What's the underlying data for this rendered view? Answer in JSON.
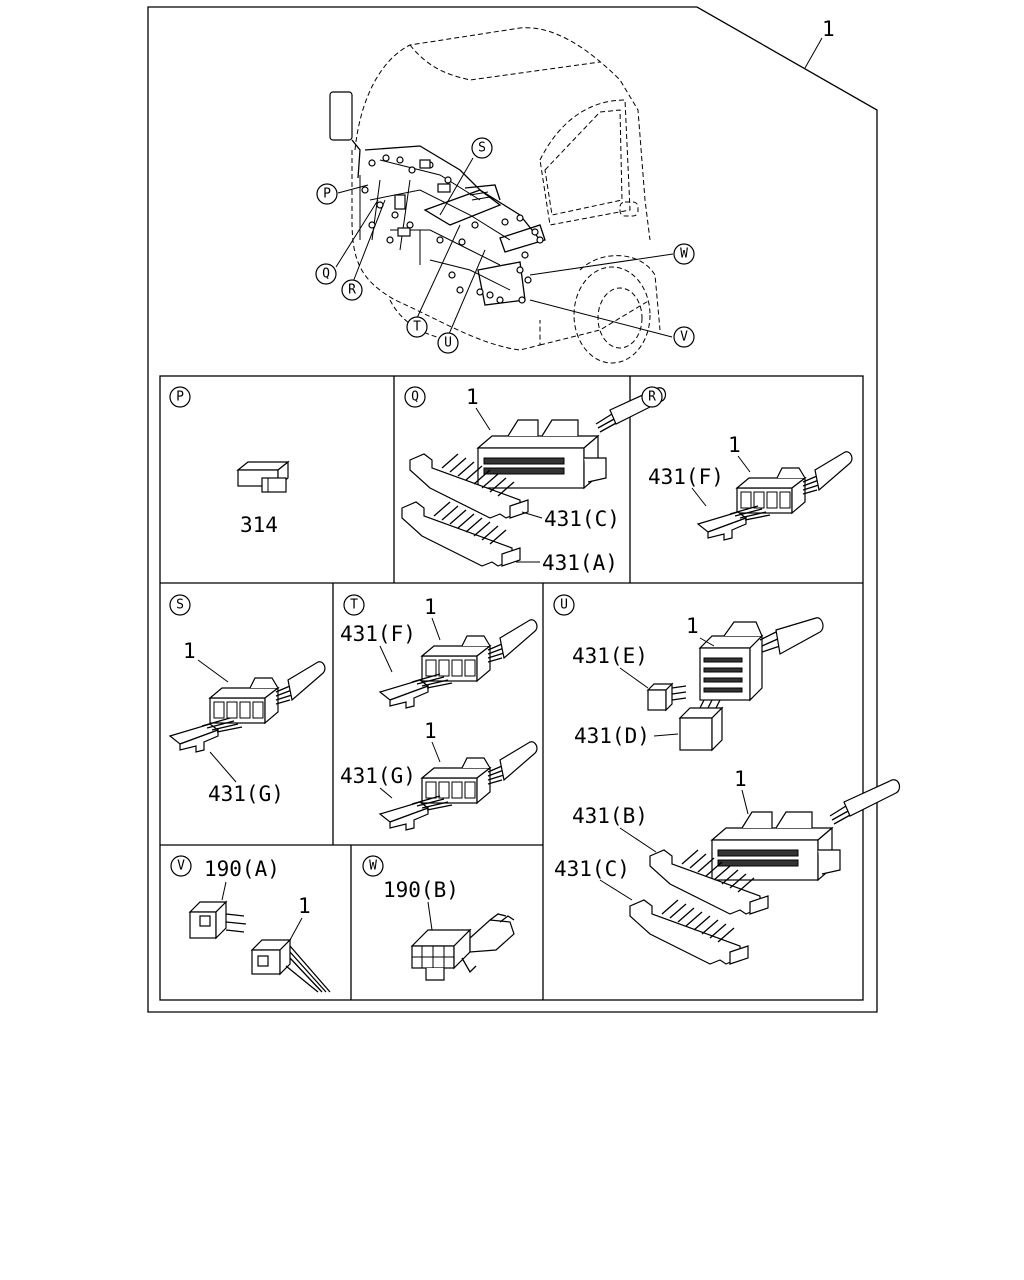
{
  "assembly_ref": "1",
  "callouts": [
    "P",
    "Q",
    "R",
    "S",
    "T",
    "U",
    "V",
    "W"
  ],
  "panels": {
    "P": {
      "label": "P",
      "parts": [
        "314"
      ]
    },
    "Q": {
      "label": "Q",
      "parts": [
        "1",
        "431(C)",
        "431(A)"
      ]
    },
    "R": {
      "label": "R",
      "parts": [
        "1",
        "431(F)"
      ]
    },
    "S": {
      "label": "S",
      "parts": [
        "1",
        "431(G)"
      ]
    },
    "T": {
      "label": "T",
      "parts": [
        "1",
        "431(F)",
        "1",
        "431(G)"
      ]
    },
    "U": {
      "label": "U",
      "parts": [
        "1",
        "431(E)",
        "431(D)",
        "1",
        "431(B)",
        "431(C)"
      ]
    },
    "V": {
      "label": "V",
      "parts": [
        "190(A)",
        "1"
      ]
    },
    "W": {
      "label": "W",
      "parts": [
        "190(B)"
      ]
    }
  }
}
